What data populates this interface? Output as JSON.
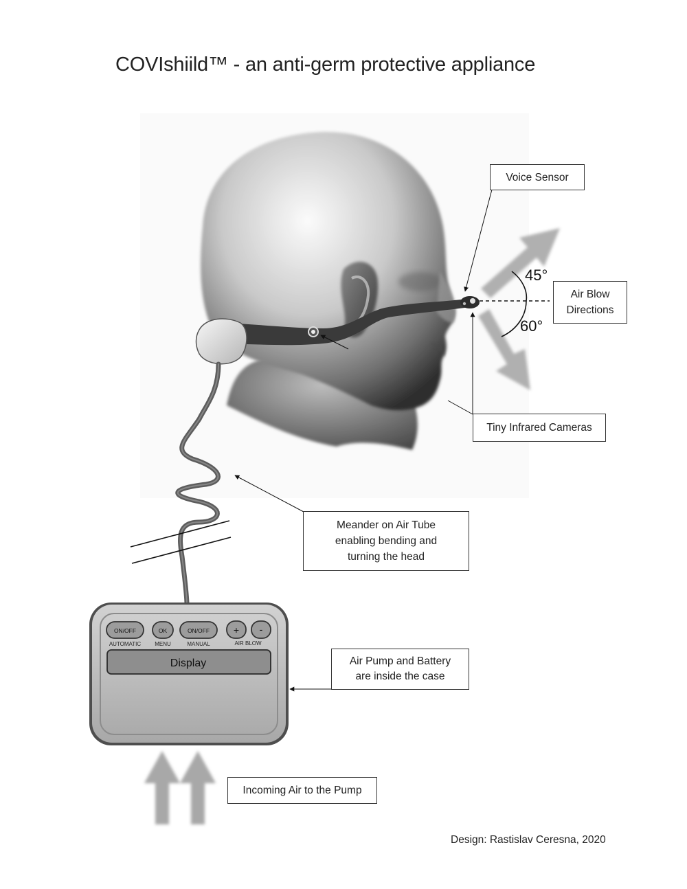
{
  "title": "COVIshiild™ - an anti-germ protective appliance",
  "labels": {
    "voice_sensor": "Voice Sensor",
    "air_blow_line1": "Air Blow",
    "air_blow_line2": "Directions",
    "angle_up": "45°",
    "angle_down": "60°",
    "cameras": "Tiny Infrared Cameras",
    "meander_line1": "Meander on Air Tube",
    "meander_line2": "enabling  bending and",
    "meander_line3": "turning the head",
    "pump_line1": "Air Pump and Battery",
    "pump_line2": "are inside the case",
    "incoming": "Incoming Air to the Pump"
  },
  "device": {
    "btn_onoff_auto": "ON/OFF",
    "lbl_automatic": "AUTOMATIC",
    "btn_ok": "OK",
    "lbl_menu": "MENU",
    "btn_onoff_manual": "ON/OFF",
    "lbl_manual": "MANUAL",
    "btn_plus": "+",
    "btn_minus": "-",
    "lbl_air_blow": "AIR BLOW",
    "display": "Display"
  },
  "credit": "Design: Rastislav Ceresna, 2020",
  "colors": {
    "arrow_gray": "#a8a8a8",
    "case_gray": "#b9b9b9",
    "display_gray": "#8e8e8e"
  }
}
